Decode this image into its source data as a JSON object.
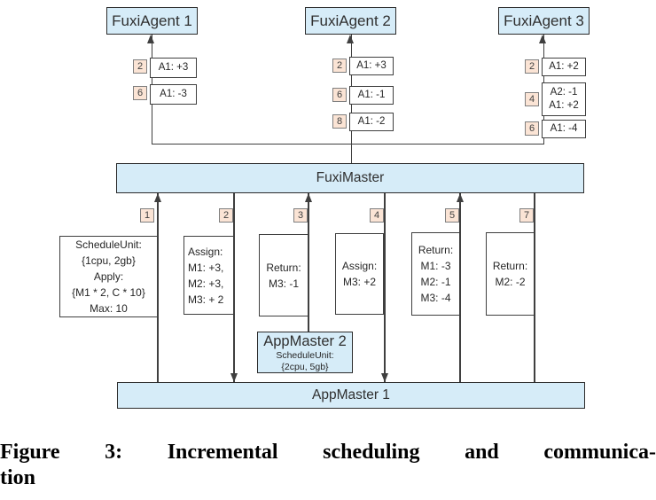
{
  "figure": {
    "agents": [
      {
        "label": "FuxiAgent 1",
        "messages": [
          {
            "num": "2",
            "lines": [
              "A1: +3"
            ]
          },
          {
            "num": "6",
            "lines": [
              "A1: -3"
            ]
          }
        ]
      },
      {
        "label": "FuxiAgent 2",
        "messages": [
          {
            "num": "2",
            "lines": [
              "A1: +3"
            ]
          },
          {
            "num": "6",
            "lines": [
              "A1: -1"
            ]
          },
          {
            "num": "8",
            "lines": [
              "A1: -2"
            ]
          }
        ]
      },
      {
        "label": "FuxiAgent 3",
        "messages": [
          {
            "num": "2",
            "lines": [
              "A1: +2"
            ]
          },
          {
            "num": "4",
            "lines": [
              "A2: -1",
              "A1: +2"
            ]
          },
          {
            "num": "6",
            "lines": [
              "A1: -4"
            ]
          }
        ]
      }
    ],
    "fuxi_master_label": "FuxiMaster",
    "app_master1_label": "AppMaster 1",
    "app_master2": {
      "title": "AppMaster 2",
      "lines": [
        "ScheduleUnit:",
        "{2cpu, 5gb}"
      ]
    },
    "channels": [
      {
        "num": "1",
        "direction": "up",
        "lines": [
          "ScheduleUnit:",
          "{1cpu, 2gb}",
          "Apply:",
          "{M1 * 2, C * 10}",
          "Max: 10"
        ]
      },
      {
        "num": "2",
        "direction": "down",
        "lines": [
          "Assign:",
          "M1: +3,",
          "M2: +3,",
          "M3: + 2"
        ]
      },
      {
        "num": "3",
        "direction": "up",
        "lines": [
          "Return:",
          "M3: -1"
        ]
      },
      {
        "num": "4",
        "direction": "down",
        "lines": [
          "Assign:",
          "M3: +2"
        ]
      },
      {
        "num": "5",
        "direction": "up",
        "lines": [
          "Return:",
          "M1: -3",
          "M2: -1",
          "M3: -4"
        ]
      },
      {
        "num": "7",
        "direction": "none",
        "lines": [
          "Return:",
          "M2: -2"
        ]
      }
    ]
  },
  "caption": {
    "line1": "Figure 3:  Incremental scheduling and communica-",
    "line2": "tion"
  },
  "colors": {
    "box_fill": "#d6ecf8",
    "badge_fill": "#fbe4d5",
    "line": "#3f3f3f",
    "box_border": "#2b2b2b",
    "text": "#262626"
  }
}
